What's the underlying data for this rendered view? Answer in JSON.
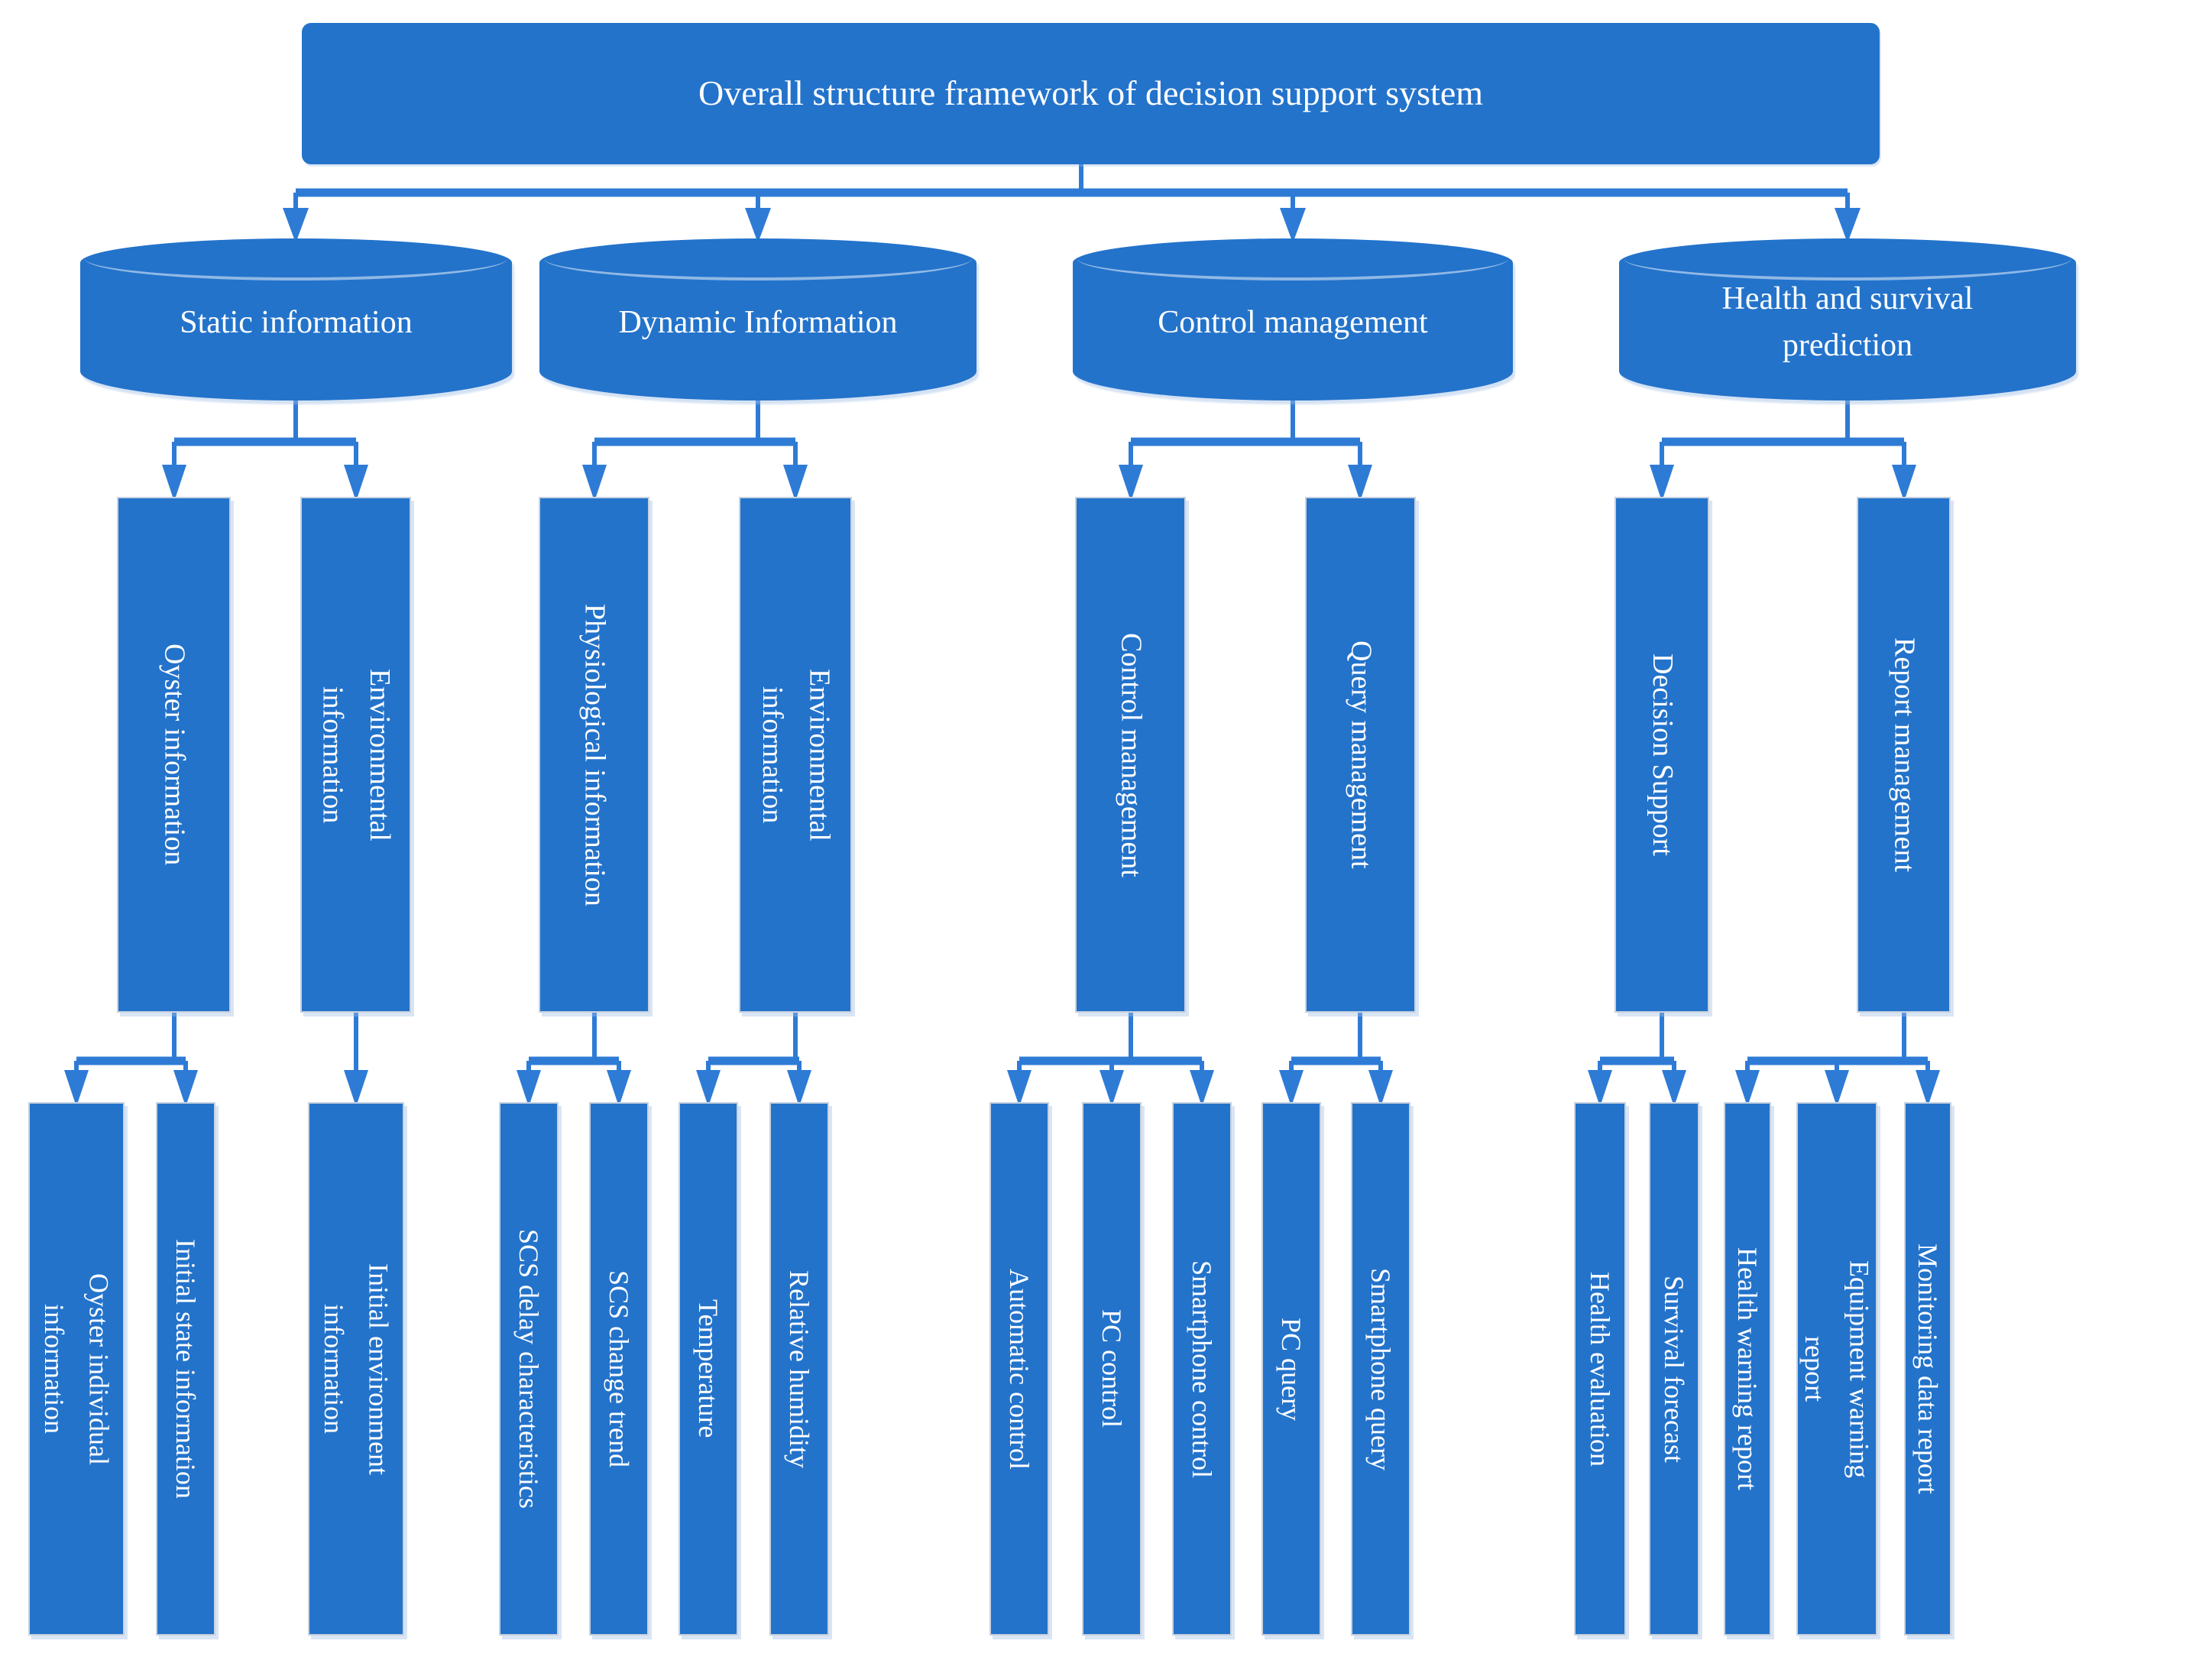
{
  "colors": {
    "node_fill": "#2373cb",
    "connector_blue": "#2e7bd6",
    "node_text": "#ffffff",
    "node_border": "#c9d2de"
  },
  "diagram": {
    "root": {
      "label": "Overall structure framework of decision support system"
    },
    "branches": [
      {
        "label": "Static information",
        "children": [
          {
            "label": "Oyster information",
            "children": [
              {
                "label": "Oyster individual\ninformation"
              },
              {
                "label": "Initial state information"
              }
            ]
          },
          {
            "label": "Environmental\ninformation",
            "children": [
              {
                "label": "Initial environment\ninformation"
              }
            ]
          }
        ]
      },
      {
        "label": "Dynamic Information",
        "children": [
          {
            "label": "Physiological information",
            "children": [
              {
                "label": "SCS delay characteristics"
              },
              {
                "label": "SCS change trend"
              }
            ]
          },
          {
            "label": "Environmental\ninformation",
            "children": [
              {
                "label": "Temperature"
              },
              {
                "label": "Relative humidity"
              }
            ]
          }
        ]
      },
      {
        "label": "Control management",
        "children": [
          {
            "label": "Control management",
            "children": [
              {
                "label": "Automatic control"
              },
              {
                "label": "PC control"
              },
              {
                "label": "Smartphone control"
              }
            ]
          },
          {
            "label": "Query management",
            "children": [
              {
                "label": "PC query"
              },
              {
                "label": "Smartphone query"
              }
            ]
          }
        ]
      },
      {
        "label": "Health and survival\nprediction",
        "children": [
          {
            "label": "Decision Support",
            "children": [
              {
                "label": "Health evaluation"
              },
              {
                "label": "Survival forecast"
              }
            ]
          },
          {
            "label": "Report management",
            "children": [
              {
                "label": "Health warning report"
              },
              {
                "label": "Equipment warning\nreport"
              },
              {
                "label": "Monitoring data report"
              }
            ]
          }
        ]
      }
    ]
  }
}
